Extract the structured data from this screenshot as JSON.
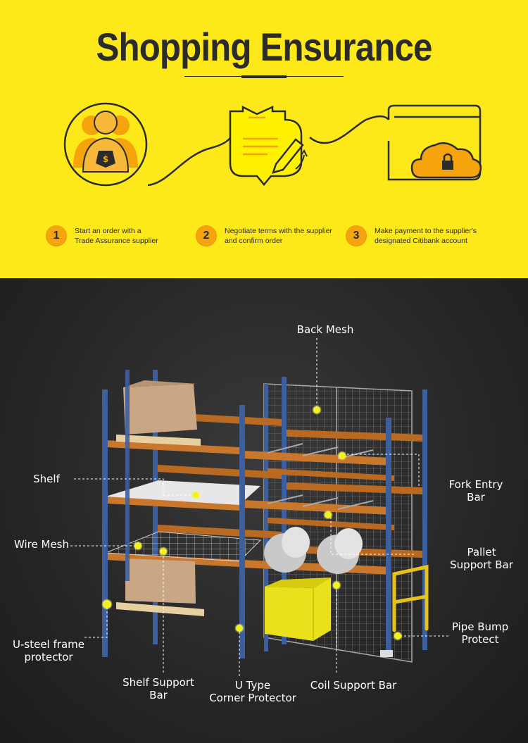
{
  "header": {
    "title": "Shopping Ensurance"
  },
  "steps": [
    {
      "number": "1",
      "line1": "Start an order with a",
      "line2": "Trade Assurance supplier"
    },
    {
      "number": "2",
      "line1": "Negotiate terms with the supplier",
      "line2": "and confirm order"
    },
    {
      "number": "3",
      "line1": "Make payment to the supplier's",
      "line2": "designated Citibank account"
    }
  ],
  "labels": {
    "back_mesh": "Back Mesh",
    "shelf": "Shelf",
    "wire_mesh": "Wire Mesh",
    "fork_entry_1": "Fork Entry",
    "fork_entry_2": "Bar",
    "pallet_support_1": "Pallet",
    "pallet_support_2": "Support Bar",
    "pipe_bump_1": "Pipe Bump",
    "pipe_bump_2": "Protect",
    "u_steel_1": "U-steel frame",
    "u_steel_2": "protector",
    "shelf_support_1": "Shelf Support",
    "shelf_support_2": "Bar",
    "u_type_1": "U Type",
    "u_type_2": "Corner Protector",
    "coil_support": "Coil Support Bar"
  },
  "icons": [
    "users-money-icon",
    "contract-pen-icon",
    "cloud-lock-icon"
  ],
  "colors": {
    "yellow_bg": "#fde81a",
    "orange_accent": "#f5a40e",
    "dark_text": "#2b2b2b",
    "dark_bg": "#262626",
    "frame_blue": "#3d5f9e",
    "beam_orange": "#c8772c",
    "marker_yellow": "#f2f21a"
  }
}
